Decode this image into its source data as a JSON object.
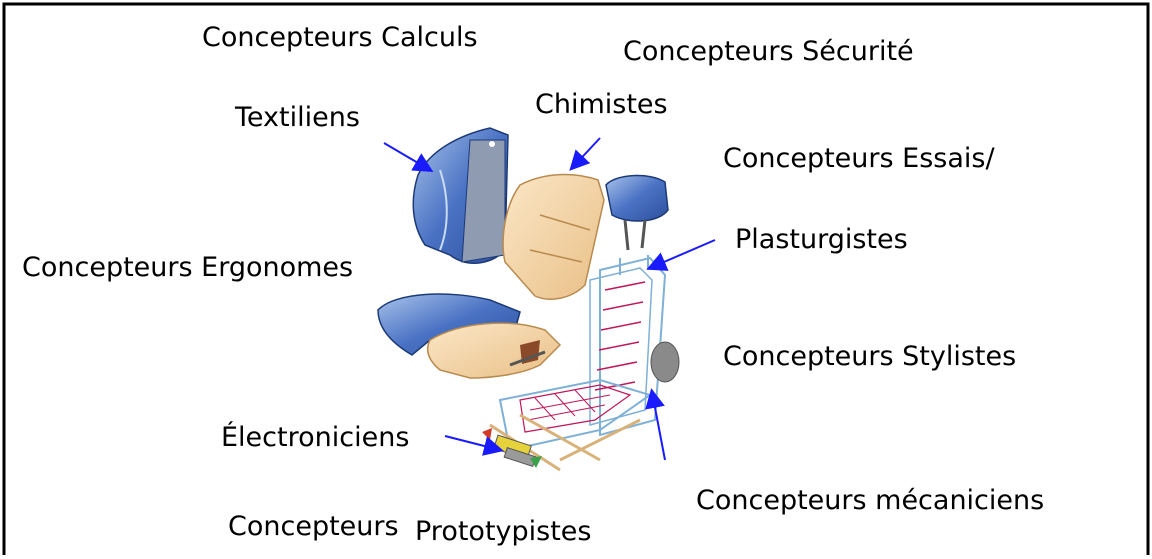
{
  "labels": {
    "calculs": "Concepteurs Calculs",
    "securite": "Concepteurs Sécurité",
    "textiliens": "Textiliens",
    "chimistes": "Chimistes",
    "essais": "Concepteurs Essais/",
    "plasturgistes": "Plasturgistes",
    "ergonomes": "Concepteurs Ergonomes",
    "stylistes": "Concepteurs Stylistes",
    "electroniciens": "Électroniciens",
    "mecaniciens": "Concepteurs mécaniciens",
    "concepteurs": "Concepteurs",
    "prototypistes": "Prototypistes"
  },
  "colors": {
    "arrow": "#1a1aff",
    "fabric_blue": "#3d64b8",
    "foam": "#f0cfa0",
    "frame_line": "#7fb0d6",
    "wiring": "#c0185a",
    "border": "#000000"
  }
}
